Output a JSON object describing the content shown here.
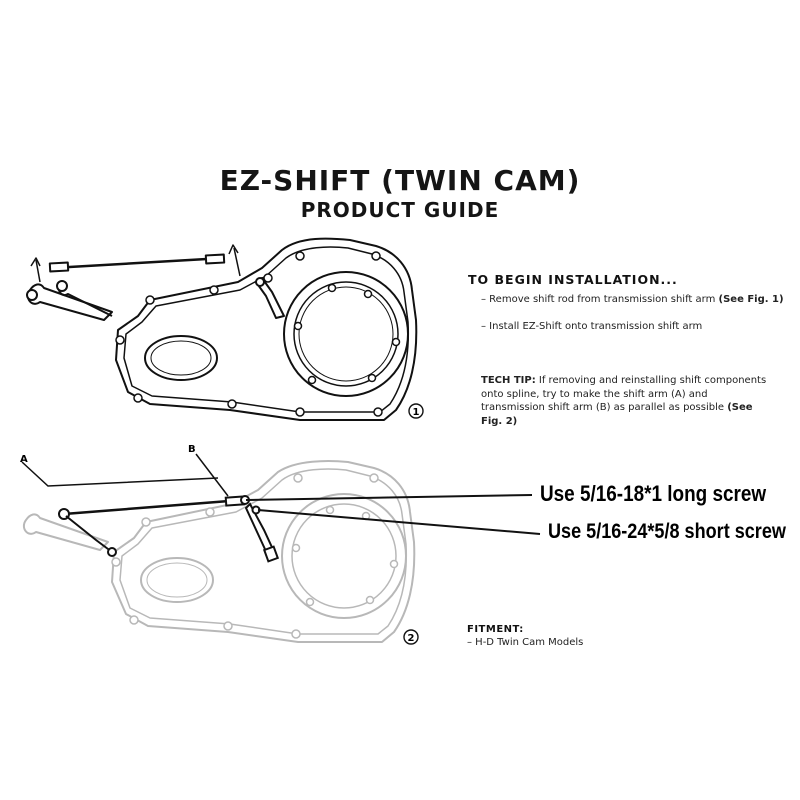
{
  "header": {
    "title": "EZ-SHIFT (TWIN CAM)",
    "subtitle": "PRODUCT GUIDE"
  },
  "install": {
    "heading": "TO BEGIN INSTALLATION...",
    "step1_text": "– Remove shift rod from transmission shift arm ",
    "step1_ref": "(See Fig. 1)",
    "step2_text": "– Install EZ-Shift onto transmission shift arm"
  },
  "tech_tip": {
    "label": "TECH TIP:",
    "text": " If removing and reinstalling shift components onto spline, try to make the shift arm (A) and transmission shift arm (B) as parallel as possible ",
    "ref": "(See Fig. 2)"
  },
  "callouts": {
    "long_screw": "Use 5/16-18*1 long screw",
    "short_screw": "Use 5/16-24*5/8 short screw"
  },
  "figures": {
    "fig1": "1",
    "fig2": "2",
    "label_a": "A",
    "label_b": "B"
  },
  "fitment": {
    "heading": "FITMENT:",
    "model": "– H-D Twin Cam Models"
  },
  "colors": {
    "ink": "#111111",
    "faded_ink": "#b8b8b8"
  }
}
